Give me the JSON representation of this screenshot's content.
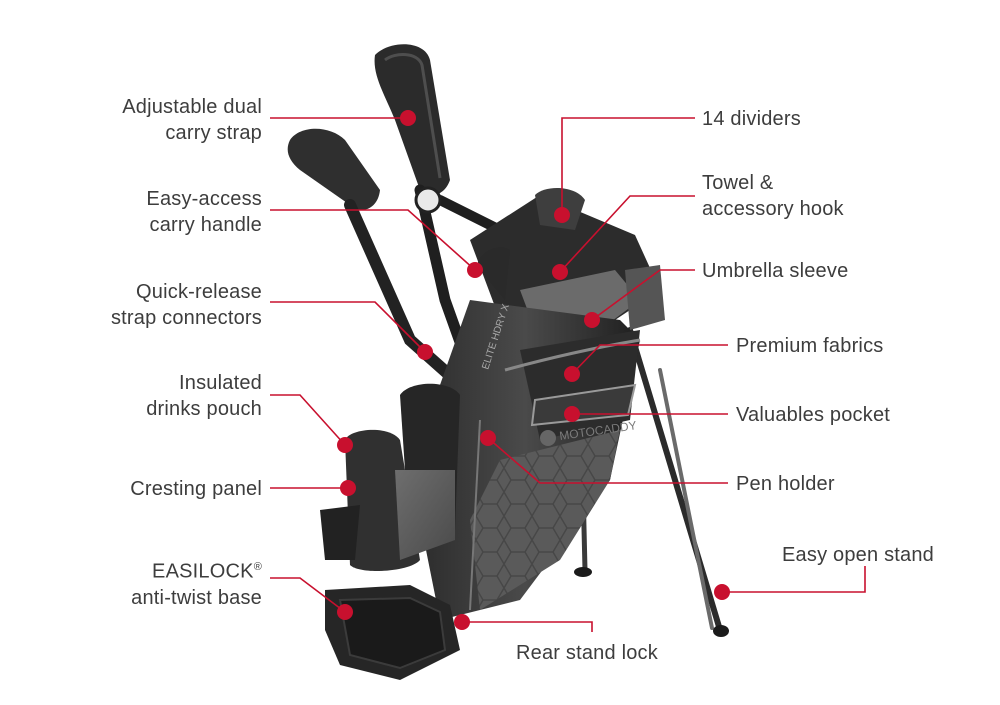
{
  "accent_color": "#c8102e",
  "bag": {
    "brand_text": "MOTOCADDY",
    "model_text": "ELITE HDRY X"
  },
  "labels": {
    "left": [
      {
        "id": "adjustable-dual-carry-strap",
        "lines": [
          "Adjustable dual",
          "carry strap"
        ]
      },
      {
        "id": "easy-access-carry-handle",
        "lines": [
          "Easy-access",
          "carry handle"
        ]
      },
      {
        "id": "quick-release-strap-connectors",
        "lines": [
          "Quick-release",
          "strap connectors"
        ]
      },
      {
        "id": "insulated-drinks-pouch",
        "lines": [
          "Insulated",
          "drinks pouch"
        ]
      },
      {
        "id": "cresting-panel",
        "lines": [
          "Cresting panel"
        ]
      },
      {
        "id": "easilock-anti-twist-base",
        "lines": [
          "EASILOCK",
          "anti-twist base"
        ],
        "mark": "®"
      }
    ],
    "right": [
      {
        "id": "14-dividers",
        "lines": [
          "14 dividers"
        ]
      },
      {
        "id": "towel-accessory-hook",
        "lines": [
          "Towel &",
          "accessory hook"
        ]
      },
      {
        "id": "umbrella-sleeve",
        "lines": [
          "Umbrella sleeve"
        ]
      },
      {
        "id": "premium-fabrics",
        "lines": [
          "Premium fabrics"
        ]
      },
      {
        "id": "valuables-pocket",
        "lines": [
          "Valuables pocket"
        ]
      },
      {
        "id": "pen-holder",
        "lines": [
          "Pen holder"
        ]
      },
      {
        "id": "easy-open-stand",
        "lines": [
          "Easy open stand"
        ]
      }
    ],
    "bottom": [
      {
        "id": "rear-stand-lock",
        "lines": [
          "Rear stand lock"
        ]
      }
    ]
  }
}
